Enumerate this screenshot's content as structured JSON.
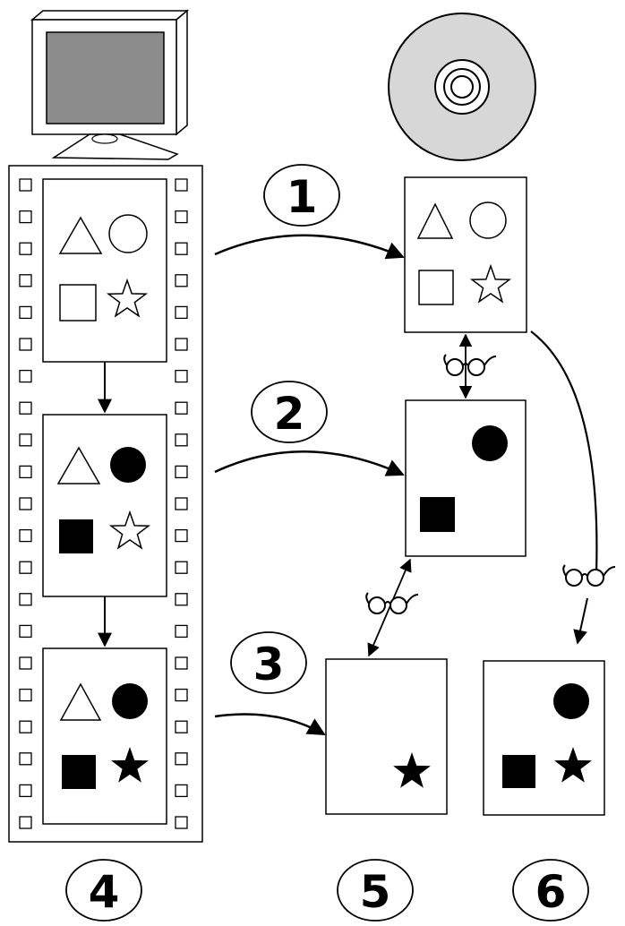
{
  "labels": {
    "step1": "1",
    "step2": "2",
    "step3": "3",
    "label4": "4",
    "label5": "5",
    "label6": "6"
  },
  "icons": [
    "monitor-icon",
    "disc-icon",
    "glasses-icon"
  ],
  "colors": {
    "ink": "#000000",
    "paper": "#ffffff",
    "screen": "#8c8c8c"
  }
}
